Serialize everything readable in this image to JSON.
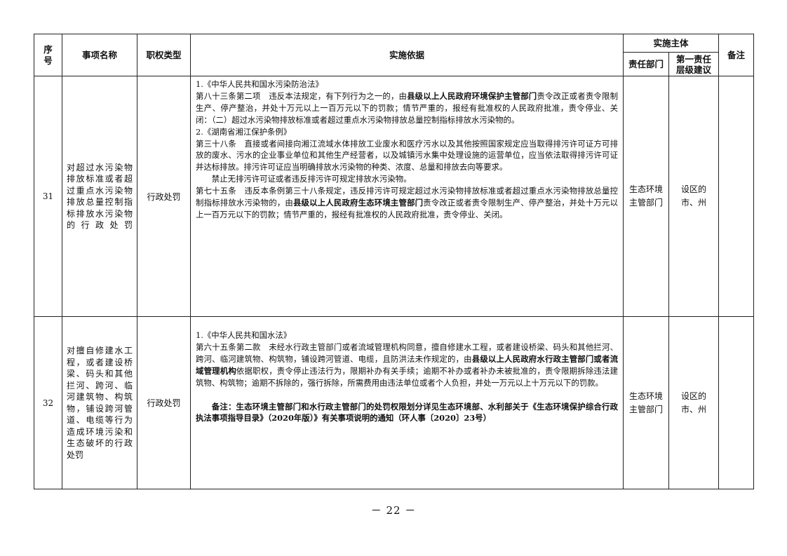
{
  "header": {
    "seq": "序号",
    "name": "事项名称",
    "power_type": "职权类型",
    "basis": "实施依据",
    "subject": "实施主体",
    "dept": "责任部门",
    "level": "第一责任层级建议",
    "note": "备注"
  },
  "rows": [
    {
      "num": "31",
      "name": "对超过水污染物排放标准或者超过重点水污染物排放总量控制指标排放水污染物的行政处罚",
      "type": "行政处罚",
      "dept": "生态环境主管部门",
      "level": "设区的市、州",
      "note": "",
      "basis": {
        "l1": "1.《中华人民共和国水污染防治法》",
        "p1_a": "第八十三条第二项　违反本法规定，有下列行为之一的，由",
        "p1_b": "县级以上人民政府环境保护主管部门",
        "p1_c": "责令改正或者责令限制生产、停产整治，并处十万元以上一百万元以下的罚款；情节严重的，报经有批准权的人民政府批准，责令停业、关闭：（二）超过水污染物排放标准或者超过重点水污染物排放总量控制指标排放水污染物的。",
        "l2": "2.《湖南省湘江保护条例》",
        "p2": "第三十八条　直接或者间接向湘江流域水体排放工业废水和医疗污水以及其他按照国家规定应当取得排污许可证方可排放的废水、污水的企业事业单位和其他生产经营者，以及城镇污水集中处理设施的运营单位，应当依法取得排污许可证并达标排放。排污许可证应当明确排放水污染物的种类、浓度、总量和排放去向等要求。",
        "p3": "禁止无排污许可证或者违反排污许可规定排放水污染物。",
        "p4_a": "第七十五条　违反本条例第三十八条规定，违反排污许可规定超过水污染物排放标准或者超过重点水污染物排放总量控制指标排放水污染物的，由",
        "p4_b": "县级以上人民政府生态环境主管部门",
        "p4_c": "责令改正或者责令限制生产、停产整治，并处十万元以上一百万元以下的罚款；情节严重的，报经有批准权的人民政府批准，责令停业、关闭。"
      }
    },
    {
      "num": "32",
      "name": "对擅自修建水工程，或者建设桥梁、码头和其他拦河、跨河、临河建筑物、构筑物，铺设跨河管道、电缆等行为造成环境污染和生态破坏的行政处罚",
      "type": "行政处罚",
      "dept": "生态环境主管部门",
      "level": "设区的市、州",
      "note": "",
      "basis": {
        "l1": "1.《中华人民共和国水法》",
        "p1_a": "第六十五条第二款　未经水行政主管部门或者流域管理机构同意，擅自修建水工程，或者建设桥梁、码头和其他拦河、跨河、临河建筑物、构筑物，铺设跨河管道、电缆，且防洪法未作规定的，由",
        "p1_b": "县级以上人民政府水行政主管部门或者流域管理机构",
        "p1_c": "依据职权，责令停止违法行为，限期补办有关手续；逾期不补办或者补办未被批准的，责令限期拆除违法建筑物、构筑物；逾期不拆除的，强行拆除，所需费用由违法单位或者个人负担，并处一万元以上十万元以下的罚款。",
        "note": "备注：生态环境主管部门和水行政主管部门的处罚权限划分详见生态环境部、水利部关于《生态环境保护综合行政执法事项指导目录》（2020年版）》有关事项说明的通知（环人事〔2020〕23号）"
      }
    }
  ],
  "page_number": "－ 22 －"
}
